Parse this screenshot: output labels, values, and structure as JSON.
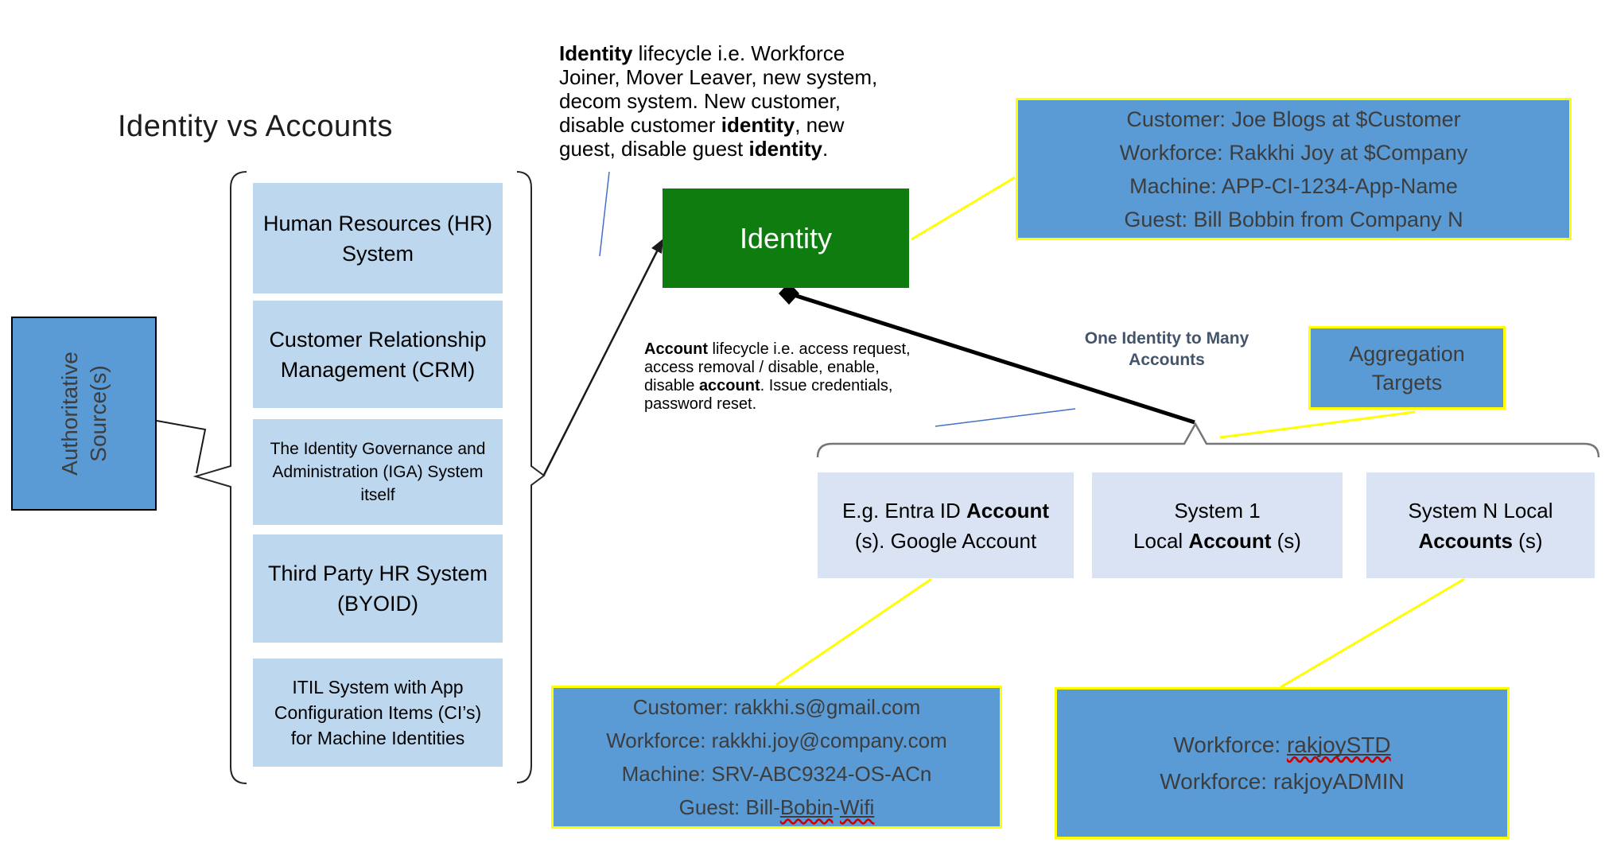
{
  "title": "Identity vs Accounts",
  "colors": {
    "accent_blue": "#5B9BD5",
    "light_blue": "#BDD7EE",
    "pale_blue": "#DAE3F3",
    "identity_green": "#0E7C0E",
    "callout_yellow": "#FFFF00",
    "box_text_gray": "#3D3D3D",
    "note_blue_gray": "#44546A"
  },
  "authoritative": {
    "line1": "Authoritative",
    "line2": "Source(s)"
  },
  "sources": [
    {
      "l1": "Human Resources (HR)",
      "l2": "System"
    },
    {
      "l1": "Customer Relationship",
      "l2": "Management (CRM)"
    },
    {
      "l1": "The Identity Governance and",
      "l2": "Administration (IGA) System",
      "l3": "itself"
    },
    {
      "l1": "Third Party HR System",
      "l2": "(BYOID)"
    },
    {
      "l1": "ITIL System with App",
      "l2": "Configuration Items (CI’s)",
      "l3": "for Machine Identities"
    }
  ],
  "identity_note": {
    "l1b": "Identity",
    "l1": " lifecycle i.e. Workforce",
    "l2": "Joiner, Mover Leaver, new system,",
    "l3": "decom system. New customer,",
    "l4a": "disable customer ",
    "l4b": "identity",
    "l4c": ", new",
    "l5a": "guest, disable guest ",
    "l5b": "identity",
    "l5c": "."
  },
  "account_note": {
    "l1b": "Account",
    "l1": " lifecycle i.e. access request,",
    "l2": "access removal / disable, enable,",
    "l3a": "disable ",
    "l3b": "account",
    "l3c": ". Issue credentials,",
    "l4": "password reset."
  },
  "identity_box_label": "Identity",
  "identity_examples": {
    "l1": "Customer: Joe Blogs at $Customer",
    "l2": "Workforce: Rakkhi Joy at $Company",
    "l3": "Machine: APP-CI-1234-App-Name",
    "l4": "Guest: Bill Bobbin from Company N"
  },
  "one_to_many": {
    "l1": "One Identity to Many",
    "l2": "Accounts"
  },
  "aggregation": {
    "l1": "Aggregation",
    "l2": "Targets"
  },
  "targets": {
    "entra": {
      "l1a": "E.g. Entra ID ",
      "l1b": "Account",
      "l2": "(s). Google Account"
    },
    "system1": {
      "l1": "System 1",
      "l2a": "Local ",
      "l2b": "Account",
      "l2c": " (s)"
    },
    "systemN": {
      "l1": "System N Local",
      "l2a": "Accounts",
      "l2b": " (s)"
    }
  },
  "account_examples_left": {
    "l1": "Customer: rakkhi.s@gmail.com",
    "l2": "Workforce: rakkhi.joy@company.com",
    "l3": "Machine: SRV-ABC9324-OS-ACn",
    "l4a": "Guest: Bill-",
    "l4b": "Bobin",
    "l4c": "-",
    "l4d": "Wifi"
  },
  "account_examples_right": {
    "l1a": "Workforce: ",
    "l1b": "rakjoySTD",
    "l2": "Workforce: rakjoyADMIN"
  }
}
